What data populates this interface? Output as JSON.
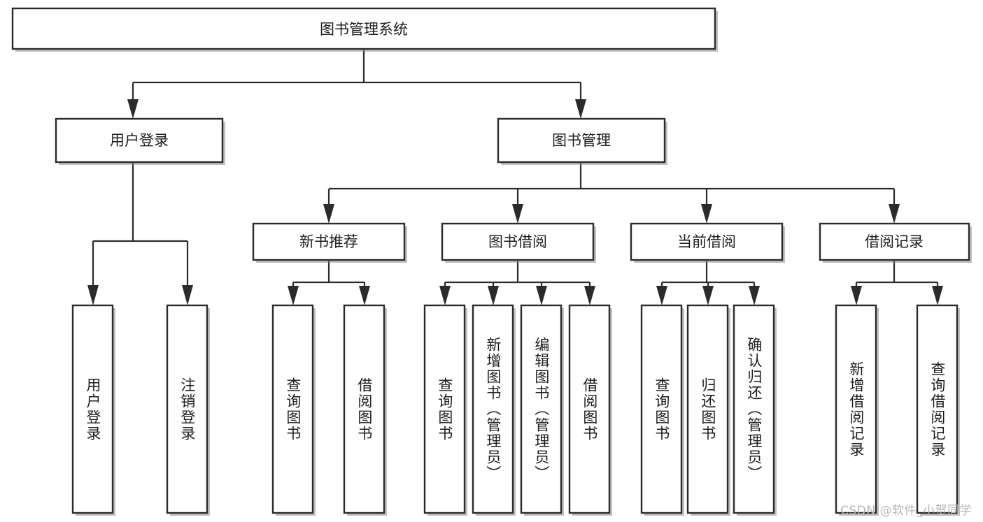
{
  "diagram": {
    "type": "tree",
    "title": "图书管理系统",
    "watermark": "CSDN @软件_小贺同学",
    "colors": {
      "box_stroke": "#2b2b2b",
      "box_fill": "#ffffff",
      "connector": "#2b2b2b",
      "shadow": "#8d8d8d",
      "text": "#1d1d1d",
      "watermark": "#b6b6b6",
      "background": "#ffffff"
    },
    "root": {
      "label": "图书管理系统",
      "orientation": "horizontal"
    },
    "level1": [
      {
        "label": "用户登录",
        "orientation": "horizontal"
      },
      {
        "label": "图书管理",
        "orientation": "horizontal"
      }
    ],
    "level2": [
      {
        "label": "新书推荐",
        "orientation": "horizontal"
      },
      {
        "label": "图书借阅",
        "orientation": "horizontal"
      },
      {
        "label": "当前借阅",
        "orientation": "horizontal"
      },
      {
        "label": "借阅记录",
        "orientation": "horizontal"
      }
    ],
    "leaves": {
      "user_login": [
        {
          "label": "用户登录",
          "orientation": "vertical"
        },
        {
          "label": "注销登录",
          "orientation": "vertical"
        }
      ],
      "new_book_recommend": [
        {
          "label": "查询图书",
          "orientation": "vertical"
        },
        {
          "label": "借阅图书",
          "orientation": "vertical"
        }
      ],
      "book_borrow": [
        {
          "label": "查询图书",
          "orientation": "vertical"
        },
        {
          "label": "新增图书（管理员）",
          "orientation": "vertical"
        },
        {
          "label": "编辑图书（管理员）",
          "orientation": "vertical"
        },
        {
          "label": "借阅图书",
          "orientation": "vertical"
        }
      ],
      "current_borrow": [
        {
          "label": "查询图书",
          "orientation": "vertical"
        },
        {
          "label": "归还图书",
          "orientation": "vertical"
        },
        {
          "label": "确认归还（管理员）",
          "orientation": "vertical"
        }
      ],
      "borrow_record": [
        {
          "label": "新增借阅记录",
          "orientation": "vertical"
        },
        {
          "label": "查询借阅记录",
          "orientation": "vertical"
        }
      ]
    }
  }
}
